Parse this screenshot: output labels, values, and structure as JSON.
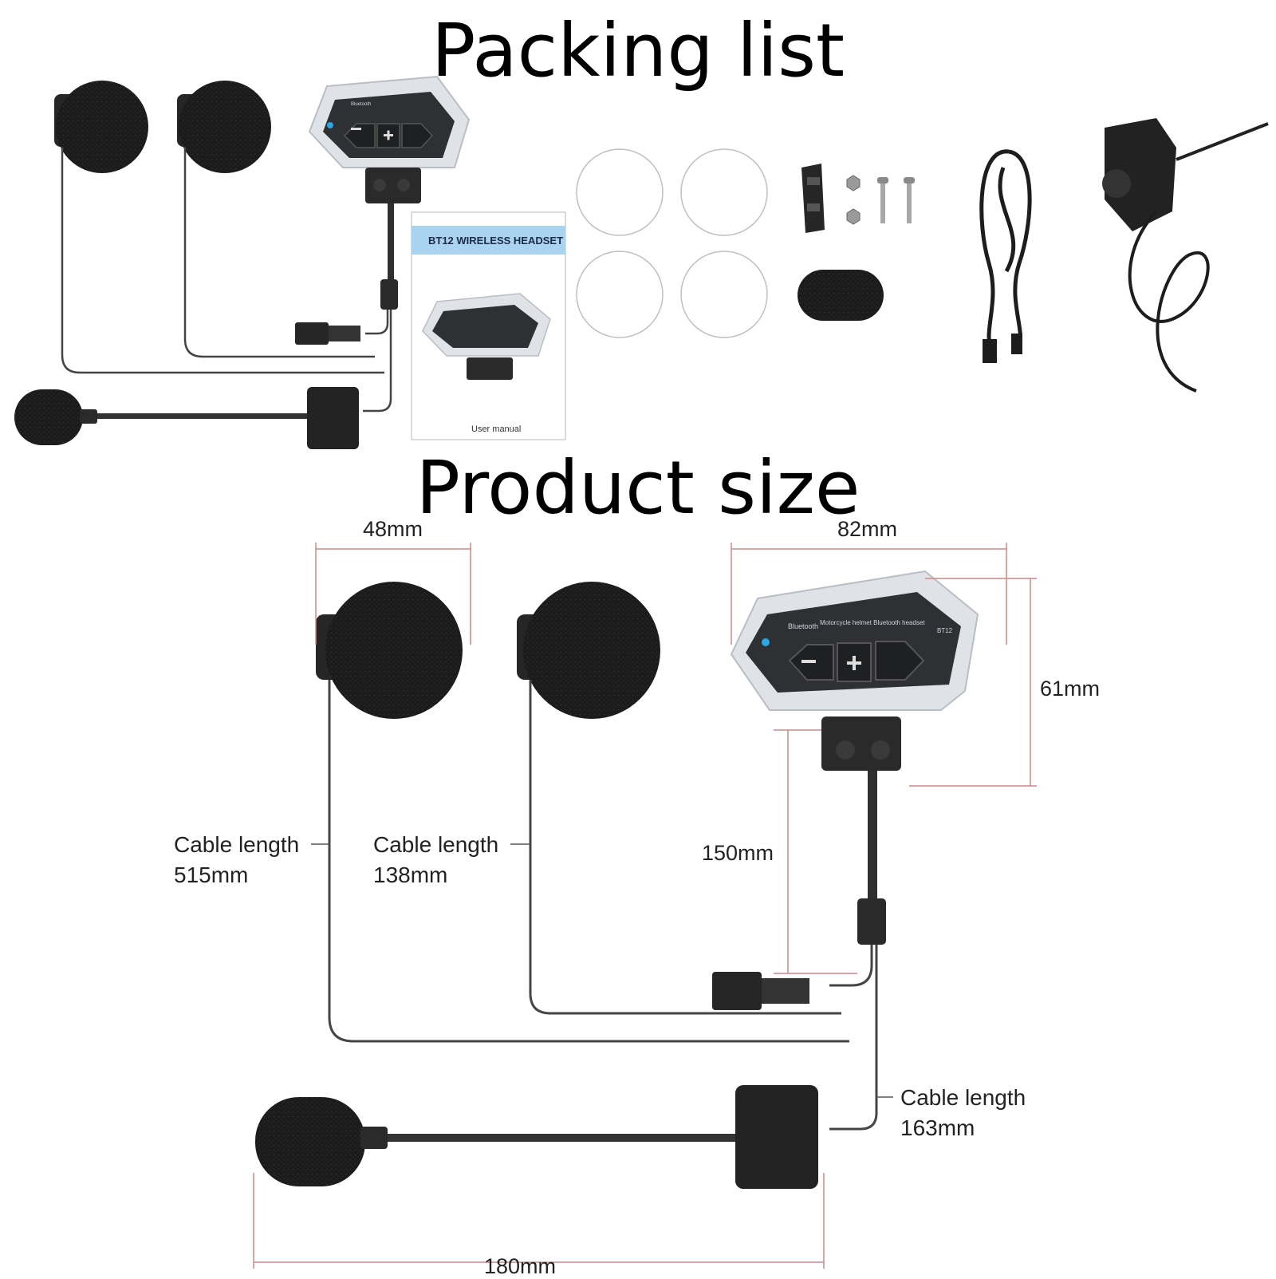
{
  "titles": {
    "packing": "Packing list",
    "size": "Product size"
  },
  "manual": {
    "heading": "BT12 WIRELESS HEADSET",
    "footer": "User manual"
  },
  "device_labels": {
    "brand": "Bluetooth",
    "model_text": "Motorcycle helmet Bluetooth headset",
    "model_id": "BT12"
  },
  "dimensions": {
    "speaker_width": "48mm",
    "unit_width": "82mm",
    "unit_height": "61mm",
    "connector_length": "150mm",
    "mic_length": "180mm"
  },
  "cables": {
    "left": {
      "label": "Cable length",
      "value": "515mm"
    },
    "right": {
      "label": "Cable length",
      "value": "138mm"
    },
    "mic": {
      "label": "Cable length",
      "value": "163mm"
    }
  },
  "colors": {
    "foam": "#1c1c1c",
    "unit_frame": "#dfe2e6",
    "unit_face": "#2e3033",
    "led": "#2aa7e6",
    "manual_band": "#a9d3ef",
    "dimension_line": "#c98a8a"
  },
  "icons": [
    "minus-icon",
    "plus-icon",
    "phone-icon"
  ]
}
